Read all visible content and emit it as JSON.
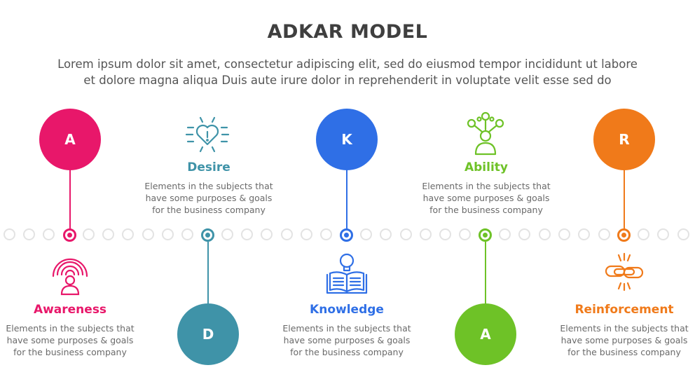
{
  "title": "ADKAR MODEL",
  "subtitle_lines": [
    "Lorem ipsum dolor sit amet, consectetur adipiscing elit, sed do eiusmod tempor incididunt ut labore",
    "et dolore magna aliqua Duis aute irure dolor in reprehenderit in voluptate velit esse sed do"
  ],
  "stages": [
    {
      "letter": "A",
      "name": "Awareness",
      "color": "#e8176a",
      "icon": "radar-person-icon",
      "description_lines": [
        "Elements in the subjects that",
        "have  some purposes & goals",
        "for the  business company"
      ]
    },
    {
      "letter": "D",
      "name": "Desire",
      "color": "#3f93a8",
      "icon": "heart-rays-icon",
      "description_lines": [
        "Elements in the subjects that",
        "have  some purposes & goals",
        "for the  business company"
      ]
    },
    {
      "letter": "K",
      "name": "Knowledge",
      "color": "#2f6fe6",
      "icon": "open-book-bulb-icon",
      "description_lines": [
        "Elements in the subjects that",
        "have  some purposes & goals",
        "for the  business company"
      ]
    },
    {
      "letter": "A",
      "name": "Ability",
      "color": "#6ec227",
      "icon": "network-person-icon",
      "description_lines": [
        "Elements in the subjects that",
        "have  some purposes & goals",
        "for the  business company"
      ]
    },
    {
      "letter": "R",
      "name": "Reinforcement",
      "color": "#f07a1a",
      "icon": "chain-link-icon",
      "description_lines": [
        "Elements in the subjects that",
        "have  some purposes & goals",
        "for the  business company"
      ]
    }
  ]
}
